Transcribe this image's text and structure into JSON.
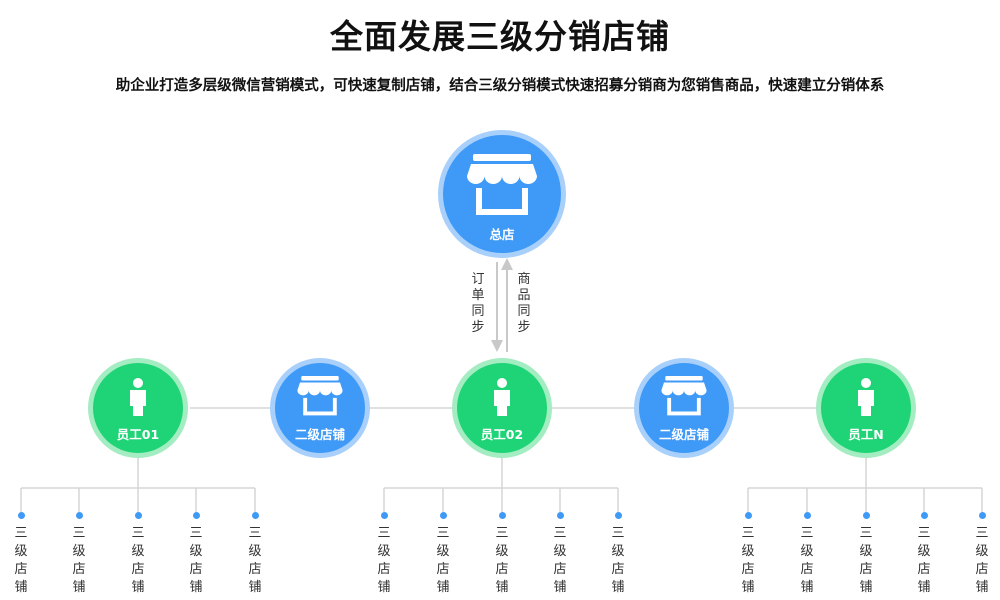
{
  "title": "全面发展三级分销店铺",
  "subtitle": "助企业打造多层级微信营销模式，可快速复制店铺，结合三级分销模式快速招募分销商为您销售商品，快速建立分销体系",
  "root": {
    "label": "总店",
    "icon": "storefront-icon"
  },
  "arrows": {
    "down_label": "订单同步",
    "up_label": "商品同步"
  },
  "level2": [
    {
      "label": "员工01",
      "type": "staff",
      "icon": "person-icon"
    },
    {
      "label": "二级店铺",
      "type": "store",
      "icon": "storefront-icon"
    },
    {
      "label": "员工02",
      "type": "staff",
      "icon": "person-icon"
    },
    {
      "label": "二级店铺",
      "type": "store",
      "icon": "storefront-icon"
    },
    {
      "label": "员工N",
      "type": "staff",
      "icon": "person-icon"
    }
  ],
  "leaf_label": "三级店铺",
  "leaf_groups": [
    {
      "parent": "员工01",
      "count": 5
    },
    {
      "parent": "员工02",
      "count": 5
    },
    {
      "parent": "员工N",
      "count": 5
    }
  ],
  "colors": {
    "store_blue": "#3f99f7",
    "store_ring": "#a8d0fb",
    "staff_green": "#1ed476",
    "staff_ring": "#a4ecc1",
    "connector": "#d6d6d6"
  }
}
